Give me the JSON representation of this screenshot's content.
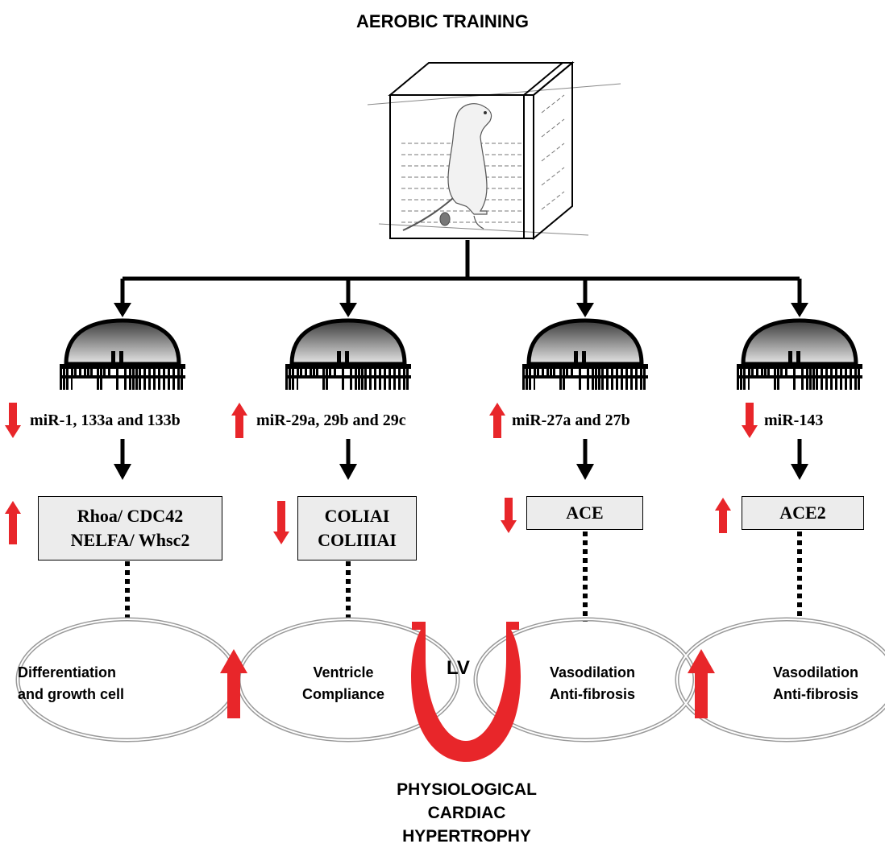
{
  "header": {
    "title": "AEROBIC TRAINING"
  },
  "colors": {
    "up_down_arrow": "#e8262a",
    "box_fill": "#ececec",
    "lv": "#e8262a",
    "ellipse": "#9a9a9a",
    "line": "#000000"
  },
  "columns": [
    {
      "mirna_label": "miR-1, 133a and 133b",
      "mirna_direction": "down",
      "target_lines": [
        "Rhoa/ CDC42",
        "NELFA/ Whsc2"
      ],
      "target_direction": "up",
      "effect_lines": [
        "Differentiation",
        "and growth cell"
      ]
    },
    {
      "mirna_label": "miR-29a, 29b and 29c",
      "mirna_direction": "up",
      "target_lines": [
        "COLIAI",
        "COLIIIAI"
      ],
      "target_direction": "down",
      "effect_lines": [
        "Ventricle",
        "Compliance"
      ]
    },
    {
      "mirna_label": "miR-27a and 27b",
      "mirna_direction": "up",
      "target_lines": [
        "ACE"
      ],
      "target_direction": "down",
      "effect_lines": [
        "Vasodilation",
        "Anti-fibrosis"
      ]
    },
    {
      "mirna_label": "miR-143",
      "mirna_direction": "down",
      "target_lines": [
        "ACE2"
      ],
      "target_direction": "up",
      "effect_lines": [
        "Vasodilation",
        "Anti-fibrosis"
      ]
    }
  ],
  "center": {
    "lv_label": "LV"
  },
  "footer": {
    "lines": [
      "PHYSIOLOGICAL",
      "CARDIAC",
      "HYPERTROPHY"
    ]
  },
  "icons": {
    "treadmill": "rat-on-treadmill-icon",
    "heart": "heart-sectional-icon",
    "gel": "gel-band-icon"
  }
}
